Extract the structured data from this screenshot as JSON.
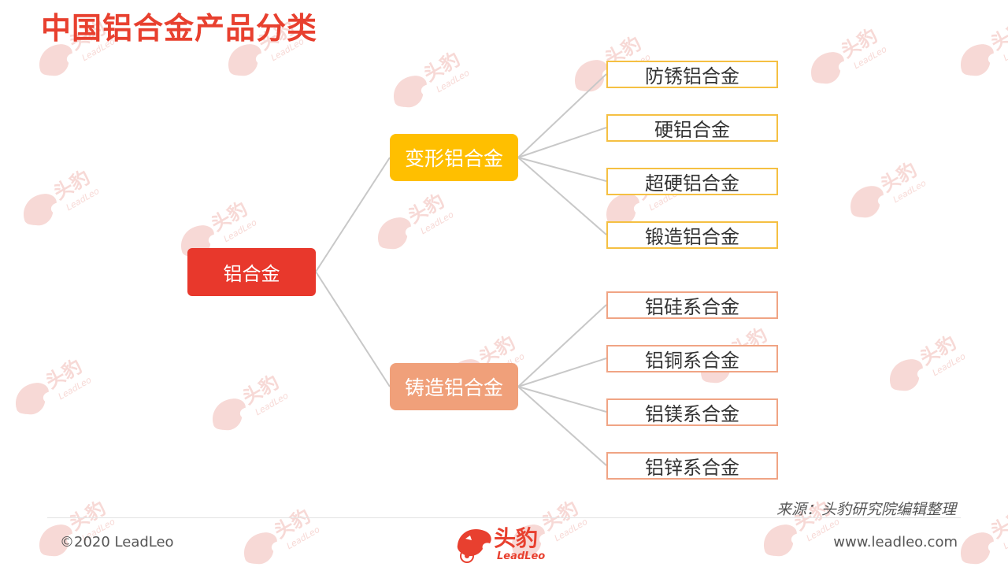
{
  "title": "中国铝合金产品分类",
  "diagram": {
    "root": {
      "label": "铝合金"
    },
    "groups": [
      {
        "label": "变形铝合金",
        "children": [
          "防锈铝合金",
          "硬铝合金",
          "超硬铝合金",
          "锻造铝合金"
        ]
      },
      {
        "label": "铸造铝合金",
        "children": [
          "铝硅系合金",
          "铝铜系合金",
          "铝镁系合金",
          "铝锌系合金"
        ]
      }
    ]
  },
  "source_note": "来源：头豹研究院编辑整理",
  "footer": {
    "copyright": "©2020 LeadLeo",
    "website": "www.leadleo.com",
    "logo_cn": "头豹",
    "logo_en": "LeadLeo"
  },
  "colors": {
    "title": "#e8402f",
    "root": "#e8382c",
    "group_wrought": "#ffbf00",
    "group_cast": "#f0a07a",
    "leaf_wrought_border": "#f5c042",
    "leaf_cast_border": "#f0a484",
    "connector": "#c8c8c8"
  },
  "icons": [
    "leopard-logo-icon",
    "leadleo-watermark-icon"
  ]
}
